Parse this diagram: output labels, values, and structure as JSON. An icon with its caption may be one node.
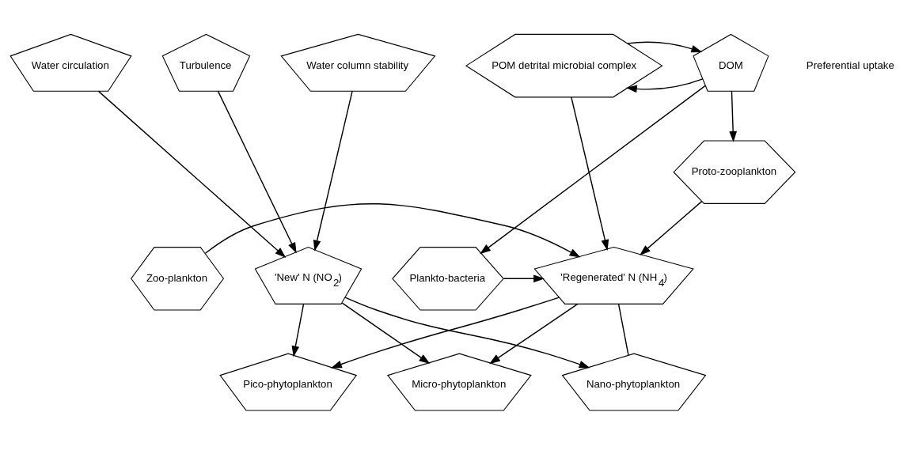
{
  "diagram": {
    "nodes": [
      {
        "text": [
          "Water circulation"
        ]
      },
      {
        "text": [
          "Turbulence"
        ]
      },
      {
        "text": [
          "Water column stability"
        ]
      },
      {
        "text": [
          "'New' N (NO$_{2}$)"
        ]
      },
      {
        "text": [
          "'Regenerated' N (NH$_{4}$)"
        ]
      },
      {
        "text": [
          "DOM"
        ]
      },
      {
        "text": [
          "POM detrital microbial complex"
        ]
      },
      {
        "text": [
          "Plankto-bacteria"
        ]
      },
      {
        "text": [
          "Zoo-plankton"
        ]
      },
      {
        "text": [
          "Proto-zooplankton"
        ]
      },
      {
        "text": [
          "Pico-phytoplankton"
        ]
      },
      {
        "text": [
          "Nano-phytoplankton"
        ]
      },
      {
        "text": [
          "Micro-phytoplankton"
        ]
      }
    ],
    "edges": [
      {
        "from": 0,
        "to": 3,
        "arrow": "to"
      },
      {
        "from": 1,
        "to": 3,
        "arrow": "to"
      },
      {
        "from": 2,
        "to": 3,
        "arrow": "to"
      },
      {
        "from": 3,
        "to": 10,
        "arrow": "to"
      },
      {
        "from": 3,
        "to": 11,
        "arrow": "to"
      },
      {
        "from": 3,
        "to": 12,
        "arrow": "to"
      },
      {
        "from": 4,
        "to": 10,
        "arrow": "to"
      },
      {
        "from": 11,
        "to": 4,
        "arrow": "none"
      },
      {
        "from": 4,
        "to": 12,
        "arrow": "to"
      },
      {
        "from": 5,
        "to": 6,
        "arrow": "to"
      },
      {
        "from": 6,
        "to": 5,
        "arrow": "to"
      },
      {
        "from": 6,
        "to": 4,
        "arrow": "to"
      },
      {
        "from": 5,
        "to": 7,
        "arrow": "to"
      },
      {
        "from": 5,
        "to": 9,
        "arrow": "to"
      },
      {
        "from": 7,
        "to": 4,
        "arrow": "to"
      },
      {
        "from": 8,
        "to": 4,
        "arrow": "to"
      },
      {
        "from": 9,
        "to": 4,
        "arrow": "to"
      }
    ],
    "labels": [
      "Preferential uptake"
    ]
  }
}
